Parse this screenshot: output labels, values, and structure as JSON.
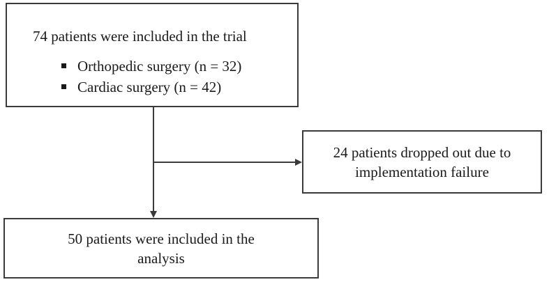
{
  "diagram": {
    "top_box": {
      "title": "74 patients were included in the trial",
      "bullets": [
        "Orthopedic surgery (n = 32)",
        "Cardiac surgery (n = 42)"
      ]
    },
    "right_box": {
      "lines": [
        "24 patients dropped out due to",
        "implementation  failure"
      ]
    },
    "bottom_box": {
      "lines": [
        "50 patients were included in the",
        "analysis"
      ]
    },
    "colors": {
      "border": "#3a3a3a",
      "arrow": "#3a3a3a",
      "text": "#1a1a1a"
    }
  }
}
